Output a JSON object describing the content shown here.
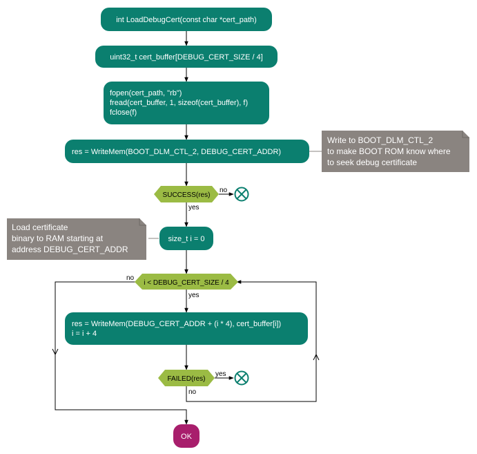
{
  "nodes": {
    "n1": "int LoadDebugCert(const char *cert_path)",
    "n2": "uint32_t cert_buffer[DEBUG_CERT_SIZE / 4]",
    "n3": [
      "fopen(cert_path, \"rb\")",
      "fread(cert_buffer, 1, sizeof(cert_buffer), f)",
      "fclose(f)"
    ],
    "n4": "res = WriteMem(BOOT_DLM_CTL_2, DEBUG_CERT_ADDR)",
    "n5": "size_t i = 0",
    "n6": [
      "res = WriteMem(DEBUG_CERT_ADDR + (i * 4), cert_buffer[i])",
      "i = i + 4"
    ],
    "ok": "OK"
  },
  "decisions": {
    "d1": "SUCCESS(res)",
    "d2": "i < DEBUG_CERT_SIZE / 4",
    "d3": "FAILED(res)"
  },
  "notes": {
    "note1": [
      "Write to BOOT_DLM_CTL_2",
      "to make BOOT ROM know where",
      "to seek debug certificate"
    ],
    "note2": [
      "Load certificate",
      "binary to RAM starting at",
      "address DEBUG_CERT_ADDR"
    ]
  },
  "edge_labels": {
    "d1_no": "no",
    "d1_yes": "yes",
    "d2_no": "no",
    "d2_yes": "yes",
    "d3_yes": "yes",
    "d3_no": "no"
  },
  "colors": {
    "action": "#0b7f6f",
    "decision": "#9bbb44",
    "stop": "#a81e6c",
    "note": "#8a8480",
    "end_icon": "#0b7f6f"
  }
}
